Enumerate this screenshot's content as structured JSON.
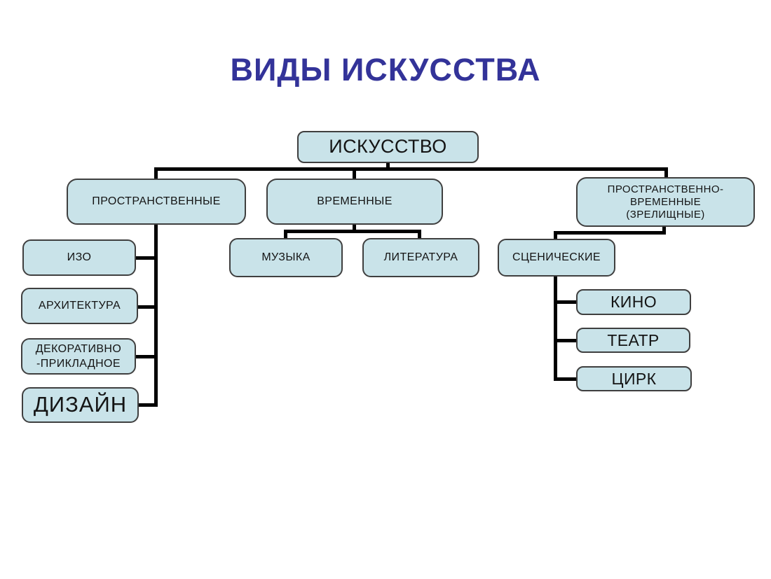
{
  "title": "ВИДЫ ИСКУССТВА",
  "colors": {
    "title_text": "#333399",
    "box_fill": "#C9E3E9",
    "box_border": "#3F3F3F",
    "connector": "#000000",
    "background": "#FFFFFF"
  },
  "nodes": {
    "root": "ИСКУССТВО",
    "spatial": "ПРОСТРАНСТВЕННЫЕ",
    "temporal": "ВРЕМЕННЫЕ",
    "spatial_temporal": {
      "line1": "ПРОСТРАНСТВЕННО-",
      "line2": "ВРЕМЕННЫЕ",
      "line3": "(ЗРЕЛИЩНЫЕ)"
    },
    "izo": "ИЗО",
    "architecture": "АРХИТЕКТУРА",
    "decorative": {
      "line1": "ДЕКОРАТИВНО",
      "line2": "-ПРИКЛАДНОЕ"
    },
    "design": "ДИЗАЙН",
    "music": "МУЗЫКА",
    "literature": "ЛИТЕРАТУРА",
    "scenic": "СЦЕНИЧЕСКИЕ",
    "cinema": "КИНО",
    "theater": "ТЕАТР",
    "circus": "ЦИРК"
  },
  "hierarchy": {
    "label": "ИСКУССТВО",
    "children": [
      {
        "label": "ПРОСТРАНСТВЕННЫЕ",
        "children": [
          {
            "label": "ИЗО"
          },
          {
            "label": "АРХИТЕКТУРА"
          },
          {
            "label": "ДЕКОРАТИВНО-ПРИКЛАДНОЕ"
          },
          {
            "label": "ДИЗАЙН"
          }
        ]
      },
      {
        "label": "ВРЕМЕННЫЕ",
        "children": [
          {
            "label": "МУЗЫКА"
          },
          {
            "label": "ЛИТЕРАТУРА"
          }
        ]
      },
      {
        "label": "ПРОСТРАНСТВЕННО-ВРЕМЕННЫЕ (ЗРЕЛИЩНЫЕ)",
        "children": [
          {
            "label": "СЦЕНИЧЕСКИЕ",
            "children": [
              {
                "label": "КИНО"
              },
              {
                "label": "ТЕАТР"
              },
              {
                "label": "ЦИРК"
              }
            ]
          }
        ]
      }
    ]
  }
}
